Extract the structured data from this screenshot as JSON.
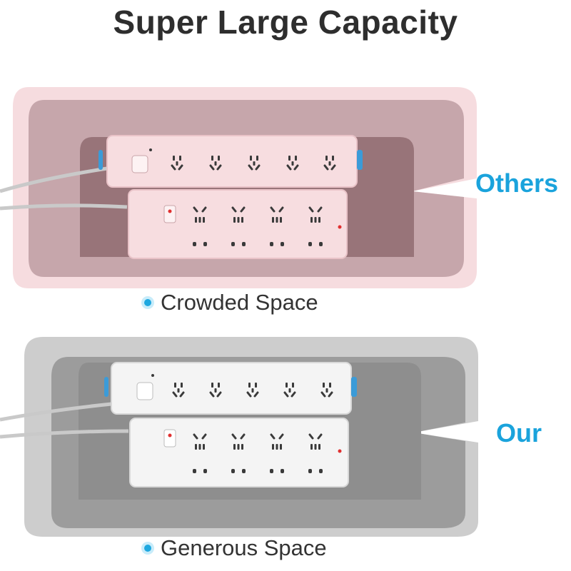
{
  "title": "Super Large Capacity",
  "top_box": {
    "side_label": "Others",
    "caption": "Crowded Space",
    "color": "#f3d3d6"
  },
  "bottom_box": {
    "side_label": "Our",
    "caption": "Generous Space",
    "color": "#c4c4c4"
  },
  "colors": {
    "accent": "#1aa3dc",
    "title_text": "#2e2e2e"
  }
}
